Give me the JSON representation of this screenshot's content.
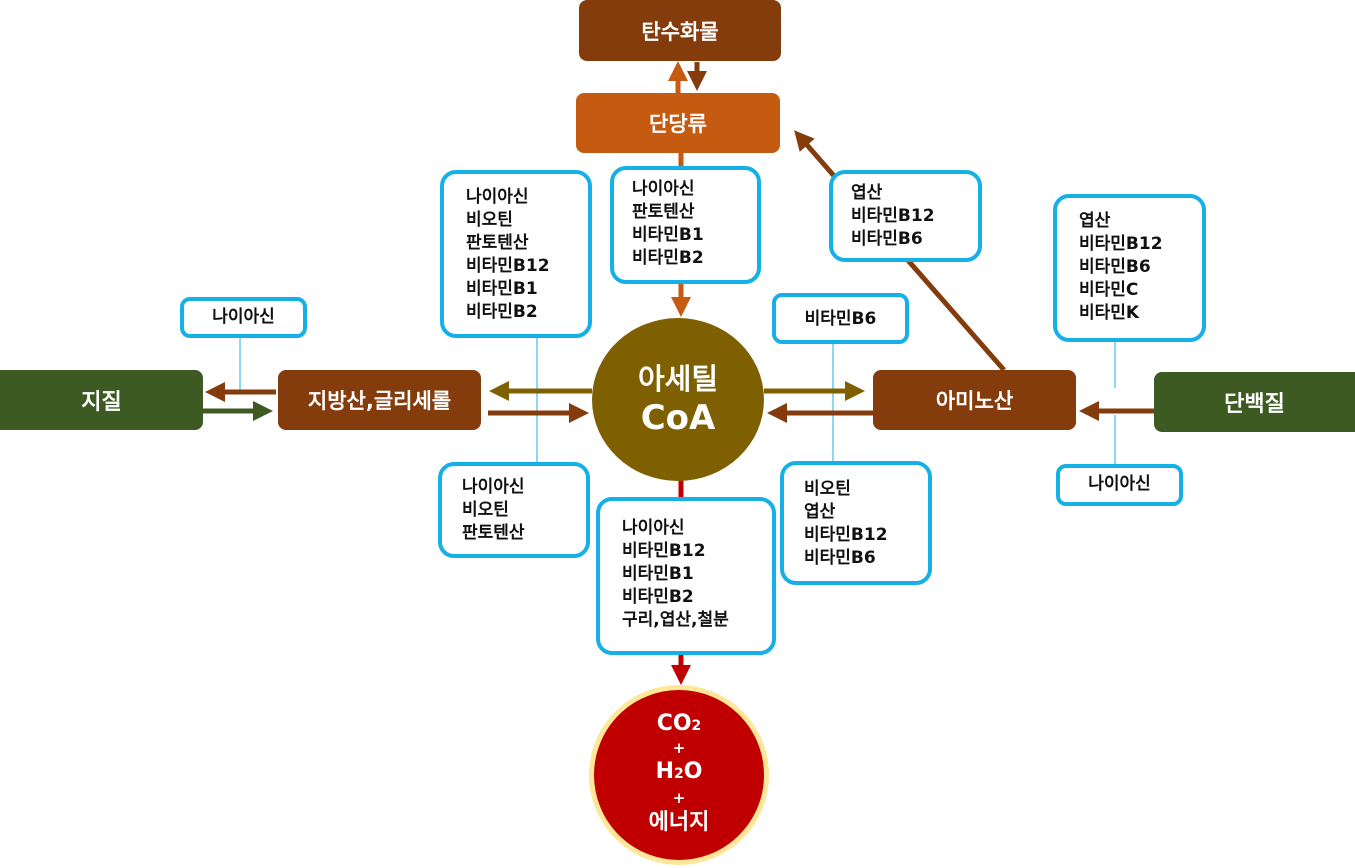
{
  "nodes": {
    "carbohydrate": "탄수화물",
    "monosaccharide": "단당류",
    "lipid": "지질",
    "fatty_acid_glycerol": "지방산,글리세롤",
    "amino_acid": "아미노산",
    "protein": "단백질",
    "acetyl_coa_line1": "아세틸",
    "acetyl_coa_line2": "CoA",
    "product": {
      "co2_main": "CO",
      "co2_sub": "2",
      "plus1": "+",
      "h2o_h": "H",
      "h2o_sub": "2",
      "h2o_o": "O",
      "plus2": "+",
      "energy": "에너지"
    }
  },
  "notes": {
    "mono_to_acetyl": [
      "나이아신",
      "판토텐산",
      "비타민B1",
      "비타민B2"
    ],
    "fatty_to_acetyl": [
      "나이아신",
      "비오틴",
      "판토텐산",
      "비타민B12",
      "비타민B1",
      "비타민B2"
    ],
    "acetyl_to_fatty": [
      "나이아신",
      "비오틴",
      "판토텐산"
    ],
    "fatty_to_lipid": [
      "나이아신"
    ],
    "amino_to_mono": [
      "엽산",
      "비타민B12",
      "비타민B6"
    ],
    "amino_to_acetyl": [
      "비타민B6"
    ],
    "acetyl_to_amino": [
      "비오틴",
      "엽산",
      "비타민B12",
      "비타민B6"
    ],
    "protein_to_amino_top": [
      "엽산",
      "비타민B12",
      "비타민B6",
      "비타민C",
      "비타민K"
    ],
    "protein_to_amino_bottom": [
      "나이아신"
    ],
    "acetyl_to_product": [
      "나이아신",
      "비타민B12",
      "비타민B1",
      "비타민B2",
      "구리,엽산,철분"
    ]
  },
  "colors": {
    "green": "#3c5a22",
    "brown": "#843c0c",
    "orange": "#c55a11",
    "olive": "#7f6000",
    "red": "#c00000",
    "cyan_border": "#16b0e8",
    "product_ring": "#ffe699"
  }
}
